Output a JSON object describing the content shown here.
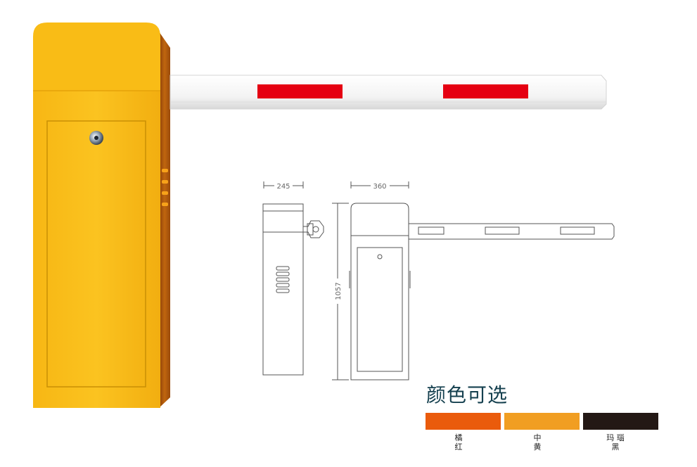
{
  "drawing": {
    "dim_side_width": "245",
    "dim_front_width": "360",
    "dim_height": "1057"
  },
  "colors_section": {
    "title": "颜色可选",
    "options": [
      {
        "name": "橘红",
        "color": "#ea5b0c"
      },
      {
        "name": "中黄",
        "color": "#f19e22"
      },
      {
        "name": "玛瑙黑",
        "color": "#231815"
      }
    ]
  },
  "palette": {
    "housing_yellow": "#f7b917",
    "housing_side": "#b05a12",
    "boom_white": "#f4f4f4",
    "boom_red": "#e50012",
    "text_dark": "#15404f"
  }
}
